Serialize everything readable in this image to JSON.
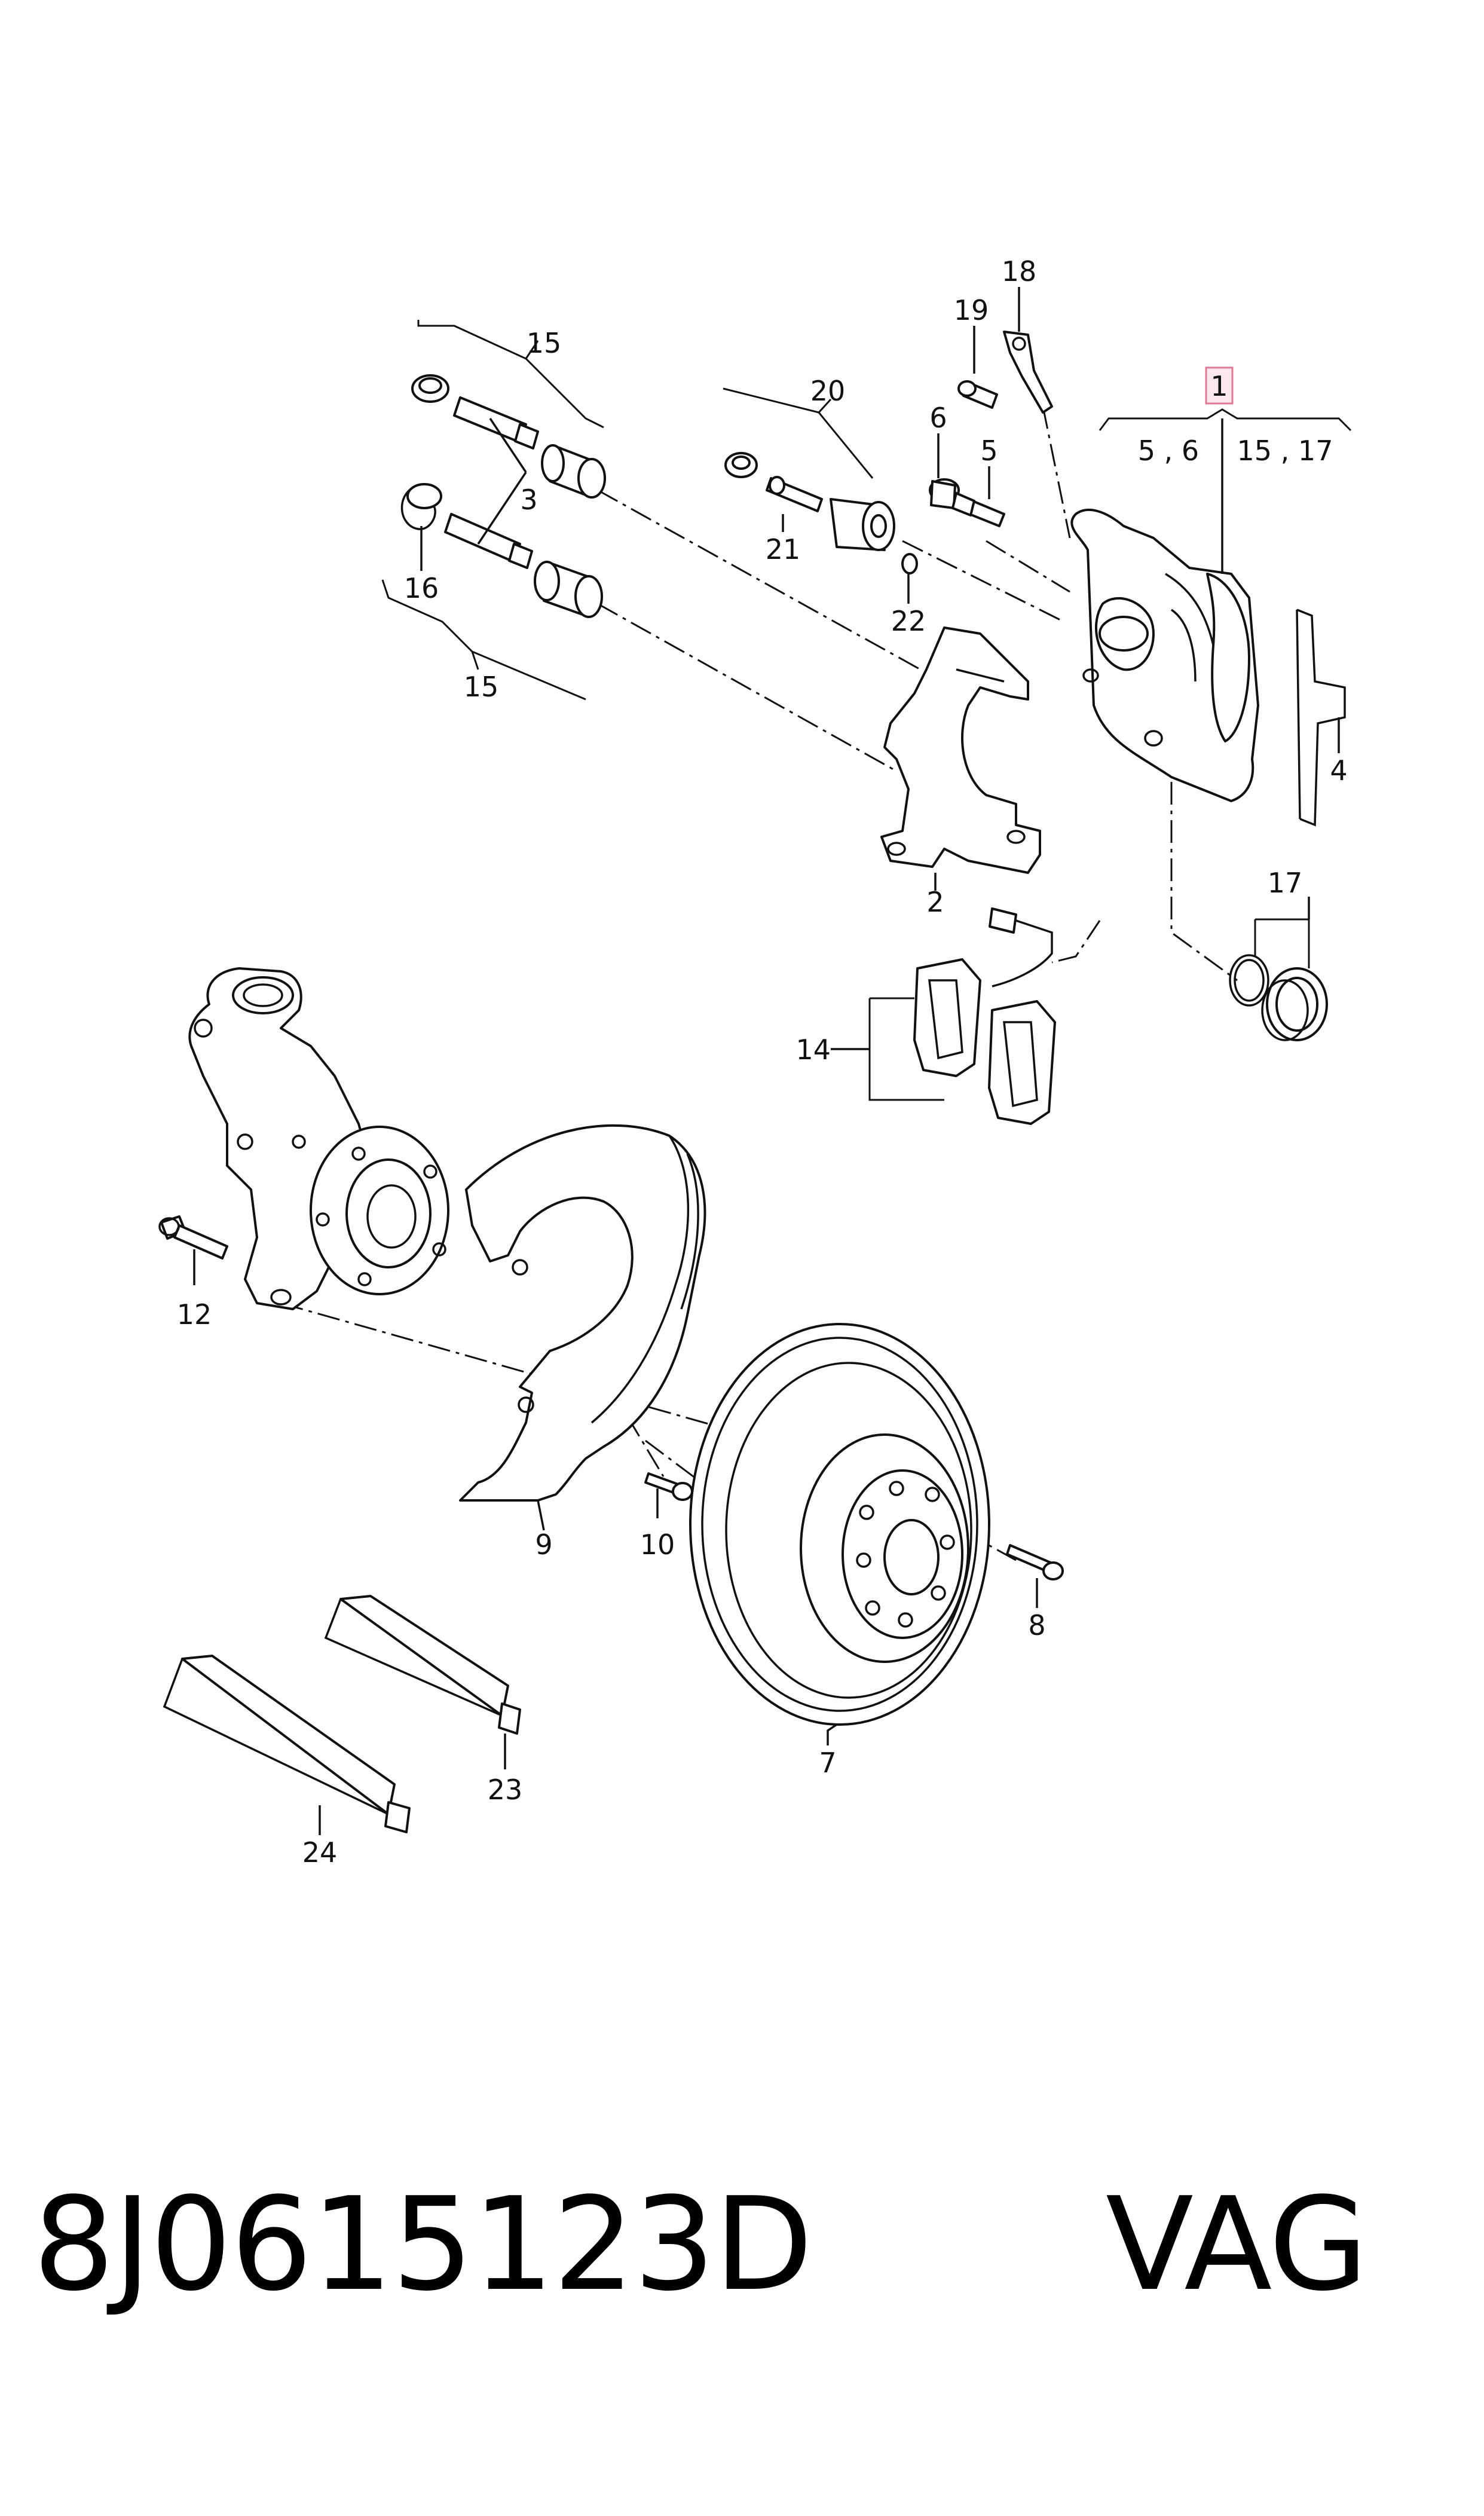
{
  "callouts": {
    "c1": "1",
    "c2": "2",
    "c3": "3",
    "c4": "4",
    "c5": "5",
    "c6": "6",
    "c7": "7",
    "c8": "8",
    "c9": "9",
    "c10": "10",
    "c12": "12",
    "c14": "14",
    "c15a": "15",
    "c15b": "15",
    "c16": "16",
    "c17": "17",
    "c18": "18",
    "c19": "19",
    "c20": "20",
    "c21": "21",
    "c22": "22",
    "c23": "23",
    "c24": "24"
  },
  "group_1_includes": {
    "left": "5 , 6",
    "right": "15 , 17"
  },
  "highlight_color": "#e07a96",
  "footer": {
    "part_number": "8J0615123D",
    "brand": "VAG"
  }
}
